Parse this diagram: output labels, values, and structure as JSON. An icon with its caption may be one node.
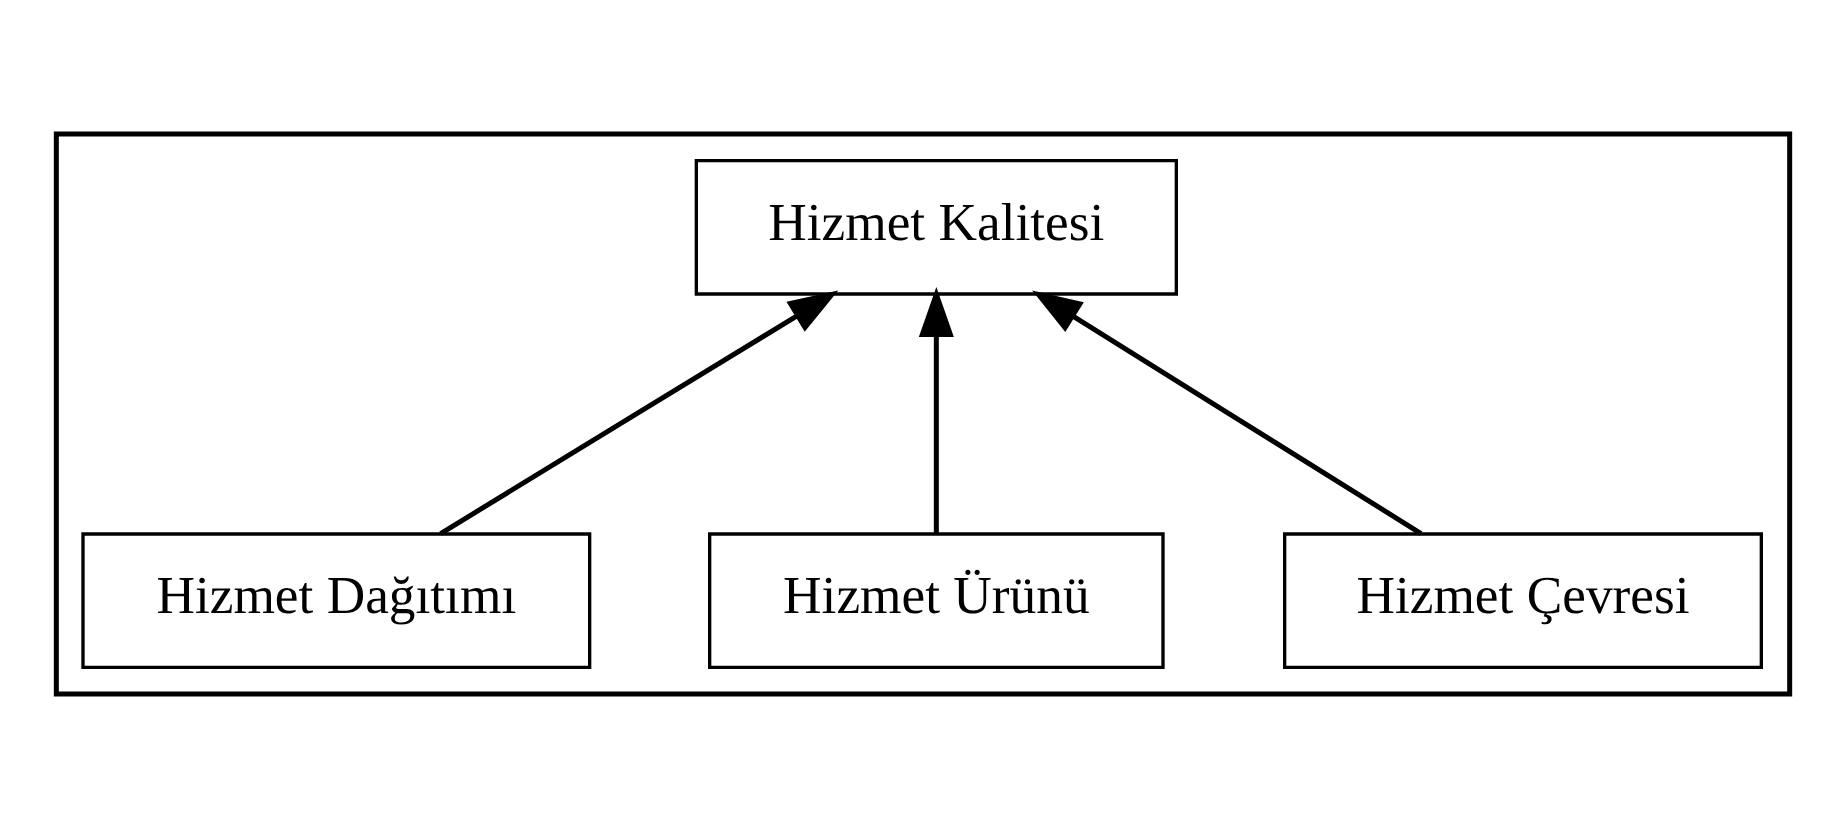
{
  "diagram": {
    "nodes": [
      {
        "text": [],
        "shape": "box"
      },
      {
        "text": [
          "Hizmet Kalitesi"
        ],
        "in": 0
      },
      {
        "text": [
          "Hizmet Dağıtımı"
        ],
        "in": 0
      },
      {
        "text": [
          "Hizmet Ürünü"
        ],
        "in": 0
      },
      {
        "text": [
          "Hizmet Çevresi"
        ],
        "in": 0
      }
    ],
    "edges": [
      {
        "from": 2,
        "to": 1,
        "arrow": "to"
      },
      {
        "from": 3,
        "to": 1,
        "arrow": "to"
      },
      {
        "from": 4,
        "to": 1,
        "arrow": "to"
      }
    ]
  }
}
